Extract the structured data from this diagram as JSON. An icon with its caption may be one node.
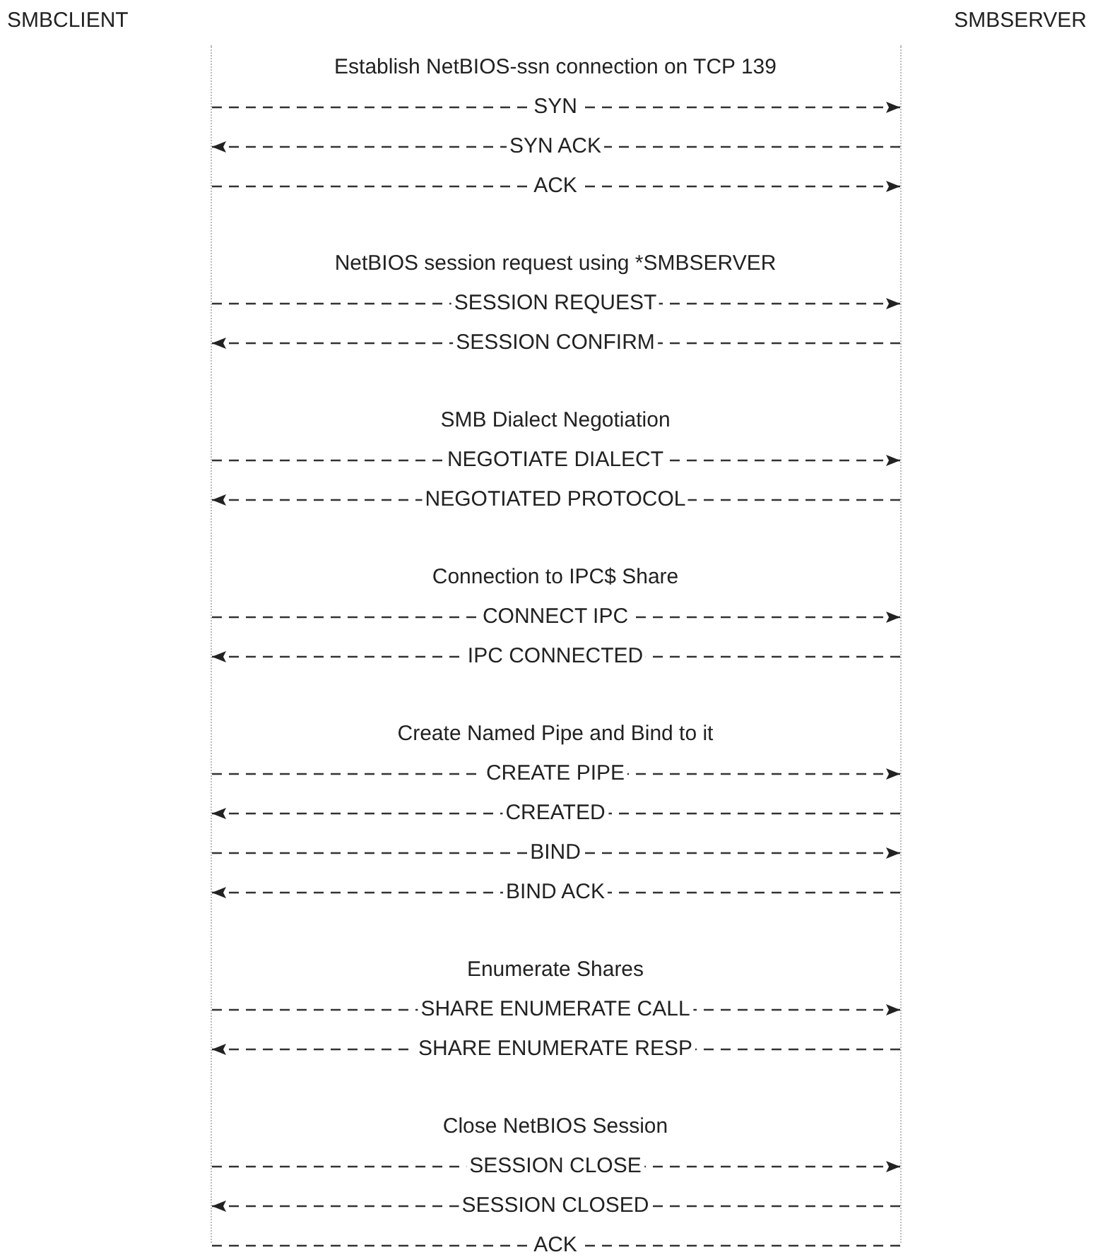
{
  "diagram": {
    "nodes": [
      {
        "text": [
          "SMBCLIENT"
        ]
      },
      {
        "text": [
          "SMBSERVER"
        ]
      }
    ],
    "edges": [
      {
        "from": 0,
        "to": 1,
        "arrow": "to",
        "label": "SYN",
        "style": "dashed"
      },
      {
        "from": 1,
        "to": 0,
        "arrow": "to",
        "label": "SYN ACK",
        "style": "dashed"
      },
      {
        "from": 0,
        "to": 1,
        "arrow": "to",
        "label": "ACK",
        "style": "dashed"
      },
      {
        "from": 0,
        "to": 1,
        "arrow": "to",
        "label": "SESSION REQUEST",
        "style": "dashed"
      },
      {
        "from": 1,
        "to": 0,
        "arrow": "to",
        "label": "SESSION CONFIRM",
        "style": "dashed"
      },
      {
        "from": 0,
        "to": 1,
        "arrow": "to",
        "label": "NEGOTIATE DIALECT",
        "style": "dashed"
      },
      {
        "from": 1,
        "to": 0,
        "arrow": "to",
        "label": "NEGOTIATED PROTOCOL",
        "style": "dashed"
      },
      {
        "from": 0,
        "to": 1,
        "arrow": "to",
        "label": "CONNECT IPC",
        "style": "dashed"
      },
      {
        "from": 1,
        "to": 0,
        "arrow": "to",
        "label": "IPC CONNECTED",
        "style": "dashed"
      },
      {
        "from": 0,
        "to": 1,
        "arrow": "to",
        "label": "CREATE PIPE",
        "style": "dashed"
      },
      {
        "from": 1,
        "to": 0,
        "arrow": "to",
        "label": "CREATED",
        "style": "dashed"
      },
      {
        "from": 0,
        "to": 1,
        "arrow": "to",
        "label": "BIND",
        "style": "dashed"
      },
      {
        "from": 1,
        "to": 0,
        "arrow": "to",
        "label": "BIND ACK",
        "style": "dashed"
      },
      {
        "from": 0,
        "to": 1,
        "arrow": "to",
        "label": "SHARE ENUMERATE CALL",
        "style": "dashed"
      },
      {
        "from": 1,
        "to": 0,
        "arrow": "to",
        "label": "SHARE ENUMERATE RESP",
        "style": "dashed"
      },
      {
        "from": 0,
        "to": 1,
        "arrow": "to",
        "label": "SESSION CLOSE",
        "style": "dashed"
      },
      {
        "from": 1,
        "to": 0,
        "arrow": "to",
        "label": "SESSION CLOSED",
        "style": "dashed"
      },
      {
        "from": 0,
        "to": 1,
        "arrow": "none",
        "label": "ACK",
        "style": "dashed"
      }
    ],
    "labels": [
      "Establish NetBIOS-ssn connection on TCP 139",
      "NetBIOS session request using *SMBSERVER",
      "SMB Dialect Negotiation",
      "Connection to IPC$ Share",
      "Create Named Pipe and Bind to it",
      "Enumerate Shares",
      "Close NetBIOS Session"
    ]
  }
}
